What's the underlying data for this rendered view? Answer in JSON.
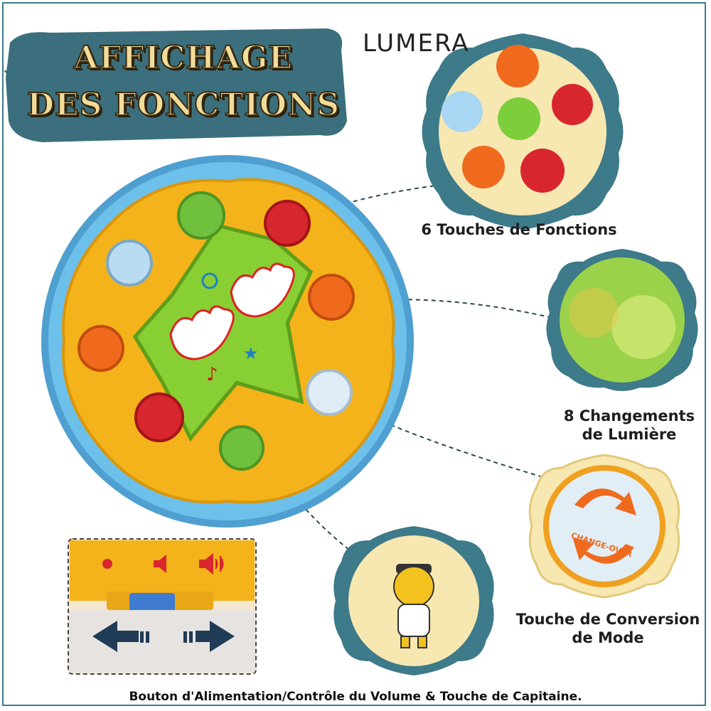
{
  "banner": {
    "line1": "AFFICHAGE",
    "line2": "DES FONCTIONS"
  },
  "brand": {
    "name": "LUMERA"
  },
  "callouts": {
    "function_keys": "6 Touches de Fonctions",
    "lights_line1": "8 Changements",
    "lights_line2": "de Lumière",
    "mode_line1": "Touche de Conversion",
    "mode_line2": "de Mode"
  },
  "mode_button": {
    "label": "CHANGE-OVER"
  },
  "footer": {
    "text": "Bouton d'Alimentation/Contrôle du Volume & Touche de Capitaine."
  },
  "colors": {
    "frame": "#3d7a8a",
    "banner_bg": "#3b6f7d",
    "toy_blue": "#5ab0de",
    "toy_yellow": "#f6b51c",
    "star_green": "#8fd23a",
    "badge_bg": "#f7e7b0"
  }
}
